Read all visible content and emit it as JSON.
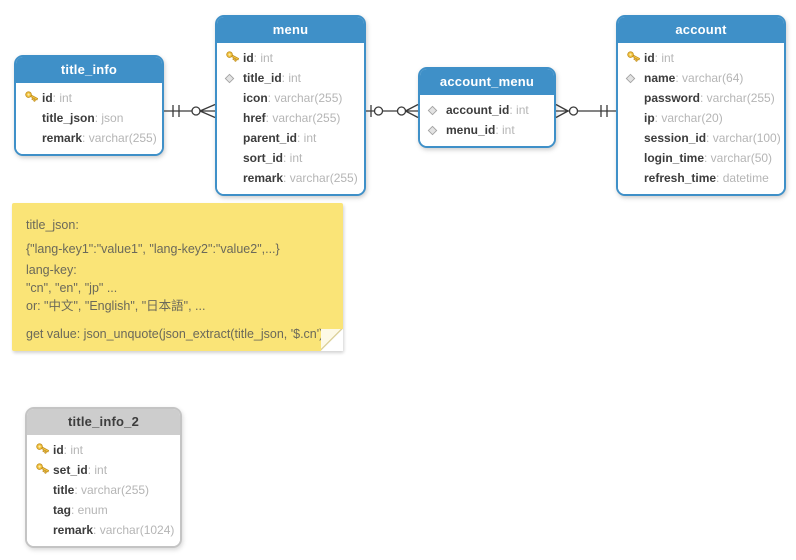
{
  "colors": {
    "table_header_blue": "#3F90C8",
    "table_header_gray": "#CDCDCD",
    "note_yellow": "#FAE477",
    "key_icon_gold": "#F4C53F",
    "connector_line": "#3A3A3A",
    "field_name_text": "#3C3C3C",
    "field_type_text": "#B5B5B5"
  },
  "tables": [
    {
      "name": "title_info",
      "variant": "blue",
      "fields": [
        {
          "icon": "key",
          "name": "id",
          "type": "int"
        },
        {
          "icon": "none",
          "name": "title_json",
          "type": "json"
        },
        {
          "icon": "none",
          "name": "remark",
          "type": "varchar(255)"
        }
      ]
    },
    {
      "name": "menu",
      "variant": "blue",
      "fields": [
        {
          "icon": "key",
          "name": "id",
          "type": "int"
        },
        {
          "icon": "diamond",
          "name": "title_id",
          "type": "int"
        },
        {
          "icon": "none",
          "name": "icon",
          "type": "varchar(255)"
        },
        {
          "icon": "none",
          "name": "href",
          "type": "varchar(255)"
        },
        {
          "icon": "none",
          "name": "parent_id",
          "type": "int"
        },
        {
          "icon": "none",
          "name": "sort_id",
          "type": "int"
        },
        {
          "icon": "none",
          "name": "remark",
          "type": "varchar(255)"
        }
      ]
    },
    {
      "name": "account_menu",
      "variant": "blue",
      "fields": [
        {
          "icon": "diamond",
          "name": "account_id",
          "type": "int"
        },
        {
          "icon": "diamond",
          "name": "menu_id",
          "type": "int"
        }
      ]
    },
    {
      "name": "account",
      "variant": "blue",
      "fields": [
        {
          "icon": "key",
          "name": "id",
          "type": "int"
        },
        {
          "icon": "diamond",
          "name": "name",
          "type": "varchar(64)"
        },
        {
          "icon": "none",
          "name": "password",
          "type": "varchar(255)"
        },
        {
          "icon": "none",
          "name": "ip",
          "type": "varchar(20)"
        },
        {
          "icon": "none",
          "name": "session_id",
          "type": "varchar(100)"
        },
        {
          "icon": "none",
          "name": "login_time",
          "type": "varchar(50)"
        },
        {
          "icon": "none",
          "name": "refresh_time",
          "type": "datetime"
        }
      ]
    },
    {
      "name": "title_info_2",
      "variant": "gray",
      "fields": [
        {
          "icon": "key",
          "name": "id",
          "type": "int"
        },
        {
          "icon": "key",
          "name": "set_id",
          "type": "int"
        },
        {
          "icon": "none",
          "name": "title",
          "type": "varchar(255)"
        },
        {
          "icon": "none",
          "name": "tag",
          "type": "enum"
        },
        {
          "icon": "none",
          "name": "remark",
          "type": "varchar(1024)"
        }
      ]
    }
  ],
  "relationships": [
    {
      "from": "title_info",
      "to": "menu",
      "from_cardinality": "exactly-one",
      "to_cardinality": "zero-or-many"
    },
    {
      "from": "menu",
      "to": "account_menu",
      "from_cardinality": "one-or-zero",
      "to_cardinality": "zero-or-many"
    },
    {
      "from": "account_menu",
      "to": "account",
      "from_cardinality": "zero-or-many",
      "to_cardinality": "exactly-one"
    }
  ],
  "note": {
    "lines": [
      "title_json:",
      "{\"lang-key1\":\"value1\", \"lang-key2\":\"value2\",...}",
      "lang-key:",
      "\"cn\", \"en\", \"jp\" ...",
      "or: \"中文\", \"English\", \"日本語\", ...",
      "get value: json_unquote(json_extract(title_json, '$.cn')"
    ]
  }
}
